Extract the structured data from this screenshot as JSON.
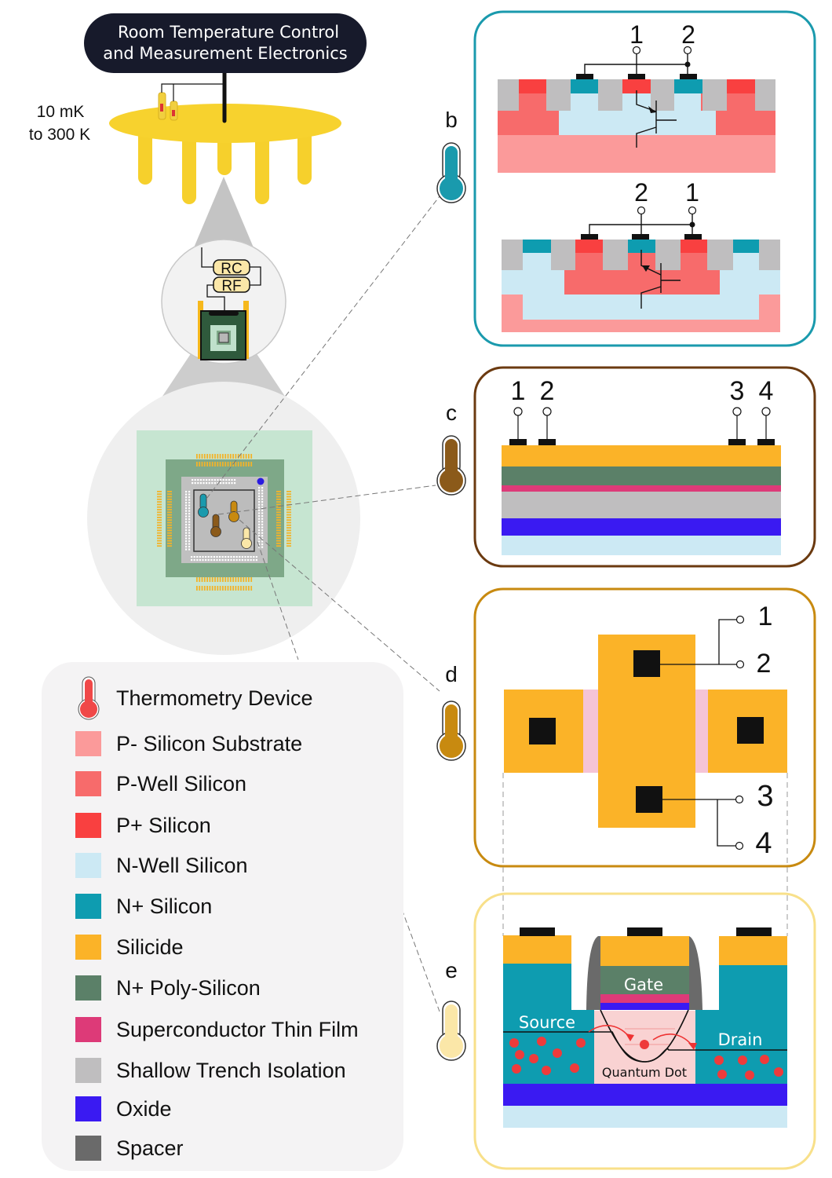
{
  "header": {
    "electronics_line1": "Room Temperature Control",
    "electronics_line2": "and Measurement Electronics",
    "temp_range_line1": "10 mK",
    "temp_range_line2": "to 300 K"
  },
  "filters": {
    "rc": "RC",
    "rf": "RF"
  },
  "panels": {
    "b": {
      "letter": "b",
      "color": "#1a9aad",
      "top_pins": [
        "1",
        "2"
      ],
      "bottom_pins": [
        "2",
        "1"
      ]
    },
    "c": {
      "letter": "c",
      "color": "#6b3a10",
      "pins": [
        "1",
        "2",
        "3",
        "4"
      ]
    },
    "d": {
      "letter": "d",
      "color": "#c88a10",
      "pins": [
        "1",
        "2",
        "3",
        "4"
      ]
    },
    "e": {
      "letter": "e",
      "color": "#f8e08a",
      "gate": "Gate",
      "source": "Source",
      "drain": "Drain",
      "quantum_dot": "Quantum Dot"
    }
  },
  "thermometers": {
    "b": "#1a9aad",
    "c": "#8b5a1a",
    "d": "#c88a10",
    "e": "#fbe7a8"
  },
  "legend": {
    "items": [
      {
        "label": "Thermometry Device",
        "color": "#f04848",
        "type": "thermometer"
      },
      {
        "label": "P- Silicon Substrate",
        "color": "#fb9a9a"
      },
      {
        "label": "P-Well Silicon",
        "color": "#f76b6b"
      },
      {
        "label": "P+ Silicon",
        "color": "#f94040"
      },
      {
        "label": "N-Well Silicon",
        "color": "#cce9f4"
      },
      {
        "label": "N+ Silicon",
        "color": "#0e9cb0"
      },
      {
        "label": "Silicide",
        "color": "#fbb328"
      },
      {
        "label": "N+ Poly-Silicon",
        "color": "#5b8068"
      },
      {
        "label": "Superconductor Thin Film",
        "color": "#dd3a78"
      },
      {
        "label": "Shallow Trench Isolation",
        "color": "#bfbebf"
      },
      {
        "label": "Oxide",
        "color": "#3a1af2"
      },
      {
        "label": "Spacer",
        "color": "#6a6a6a"
      }
    ]
  }
}
